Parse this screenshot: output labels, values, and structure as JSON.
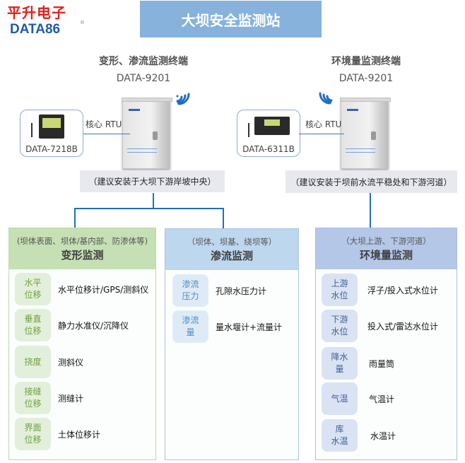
{
  "logo": {
    "brand_cn": "平升电子",
    "brand_en": "DATA86",
    "registered": "®"
  },
  "title": "大坝安全监测站",
  "left_terminal": {
    "title": "变形、渗流监测终端",
    "model": "DATA-9201",
    "device": "DATA-7218B",
    "rtu_label": "核心 RTU",
    "note": "（建议安装于大坝下游岸坡中央）"
  },
  "right_terminal": {
    "title": "环境量监测终端",
    "model": "DATA-9201",
    "device": "DATA-6311B",
    "rtu_label": "核心 RTU",
    "note": "（建议安装于坝前水流平稳处和下游河道）"
  },
  "panels": [
    {
      "sub": "(坝体表面、坝体/基内部、防渗体等)",
      "title": "变形监测",
      "items": [
        {
          "tile": "水平\n位移",
          "text": "水平位移计/GPS/测斜仪"
        },
        {
          "tile": "垂直\n位移",
          "text": "静力水准仪/沉降仪"
        },
        {
          "tile": "挠度",
          "text": "测斜仪"
        },
        {
          "tile": "接缝\n位移",
          "text": "测缝计"
        },
        {
          "tile": "界面\n位移",
          "text": "土体位移计"
        }
      ]
    },
    {
      "sub": "（坝体、坝基、绕坝等）",
      "title": "渗流监测",
      "items": [
        {
          "tile": "渗流\n压力",
          "text": "孔隙水压力计"
        },
        {
          "tile": "渗流\n量",
          "text": "量水堰计+流量计"
        }
      ]
    },
    {
      "sub": "（大坝上游、下游河道）",
      "title": "环境量监测",
      "items": [
        {
          "tile": "上游\n水位",
          "text": "浮子/投入式水位计"
        },
        {
          "tile": "下游\n水位",
          "text": "投入式/雷达水位计"
        },
        {
          "tile": "降水\n量",
          "text": "雨量筒"
        },
        {
          "tile": "气温",
          "text": "气温计"
        },
        {
          "tile": "库\n水温",
          "text": "水温计"
        }
      ]
    }
  ],
  "colors": {
    "title_bg": "#86b2dc",
    "deform": "#c5e0b4",
    "seepage": "#bdd7ee",
    "env": "#b4c7e7",
    "brand_red": "#e0201a",
    "brand_blue": "#1f5aa8"
  }
}
